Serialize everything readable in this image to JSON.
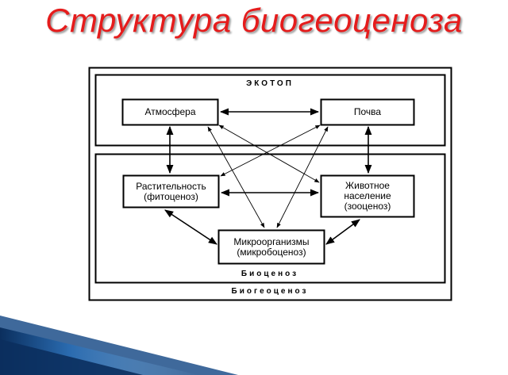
{
  "title": "Структура  биогеоценоза",
  "colors": {
    "title": "#e51c1c",
    "title_shadow": "#9b9b9b",
    "frame": "#000000",
    "stripe_dark": "#0b2f5e",
    "stripe_mid": "#2a6bb0",
    "stripe_light": "#7fb3e0"
  },
  "sections": {
    "ecotop": "ЭКОТОП",
    "biocenosis": "Биоценоз",
    "biogeocenosis": "Биогеоценоз"
  },
  "nodes": {
    "atmosphere": "Атмосфера",
    "soil": "Почва",
    "vegetation": "Растительность\n(фитоценоз)",
    "animals": "Животное\nнаселение\n(зооценоз)",
    "microorganisms": "Микроорганизмы\n(микробоценоз)"
  },
  "edges": [
    {
      "from": "atmosphere",
      "to": "soil",
      "type": "bidirectional"
    },
    {
      "from": "atmosphere",
      "to": "vegetation",
      "type": "bidirectional"
    },
    {
      "from": "soil",
      "to": "animals",
      "type": "bidirectional"
    },
    {
      "from": "vegetation",
      "to": "animals",
      "type": "bidirectional"
    },
    {
      "from": "vegetation",
      "to": "microorganisms",
      "type": "bidirectional"
    },
    {
      "from": "animals",
      "to": "microorganisms",
      "type": "bidirectional"
    },
    {
      "from": "atmosphere",
      "to": "animals",
      "type": "bidirectional"
    },
    {
      "from": "soil",
      "to": "vegetation",
      "type": "bidirectional"
    },
    {
      "from": "atmosphere",
      "to": "microorganisms",
      "type": "bidirectional"
    },
    {
      "from": "soil",
      "to": "microorganisms",
      "type": "bidirectional"
    }
  ]
}
